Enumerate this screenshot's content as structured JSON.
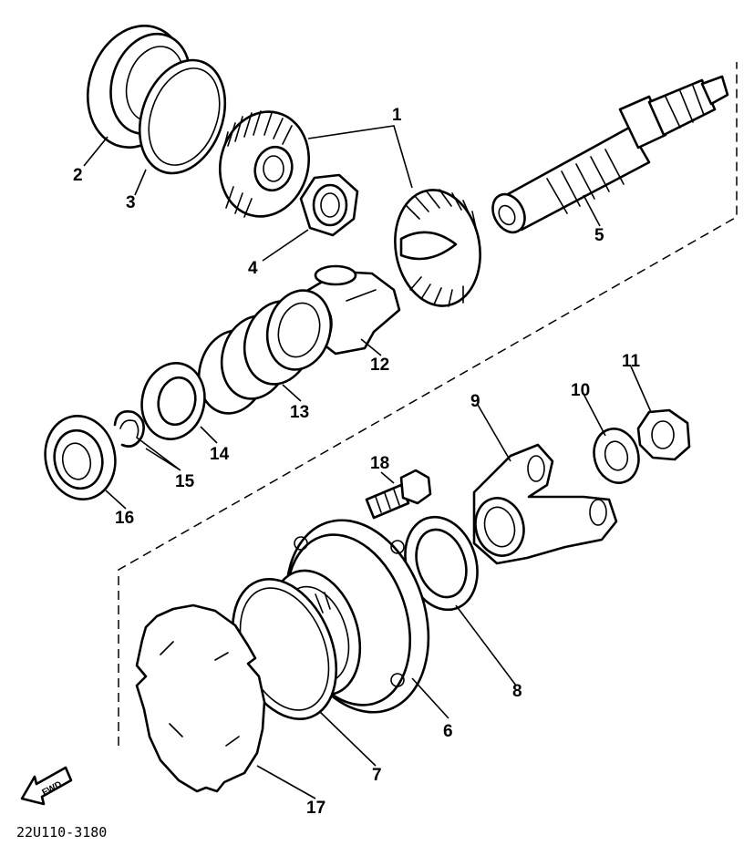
{
  "diagram": {
    "part_numbers": [
      "1",
      "2",
      "3",
      "4",
      "5",
      "6",
      "7",
      "8",
      "9",
      "10",
      "11",
      "12",
      "13",
      "14",
      "15",
      "16",
      "17",
      "18"
    ],
    "direction_arrow_label": "FWD",
    "drawing_code": "22U110-3180"
  }
}
